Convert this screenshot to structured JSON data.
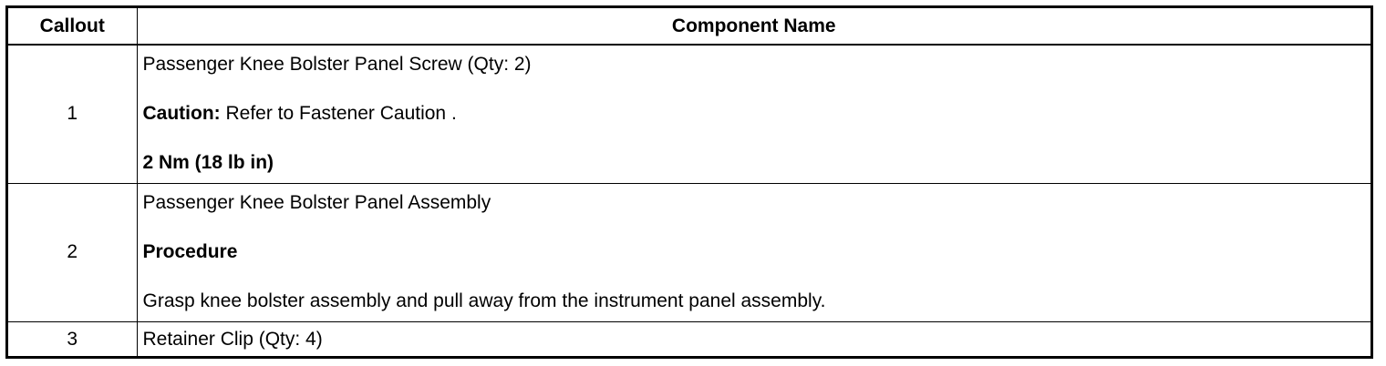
{
  "table": {
    "headers": {
      "callout": "Callout",
      "component": "Component Name"
    },
    "rows": [
      {
        "callout": "1",
        "name": "Passenger Knee Bolster Panel Screw (Qty: 2)",
        "caution_label": "Caution:",
        "caution_text": " Refer to Fastener Caution .",
        "torque": "2 Nm (18 lb in)"
      },
      {
        "callout": "2",
        "name": "Passenger Knee Bolster Panel Assembly",
        "procedure_label": "Procedure",
        "procedure_text": "Grasp knee bolster assembly and pull away from the instrument panel assembly."
      },
      {
        "callout": "3",
        "name": "Retainer Clip (Qty: 4)"
      }
    ]
  }
}
